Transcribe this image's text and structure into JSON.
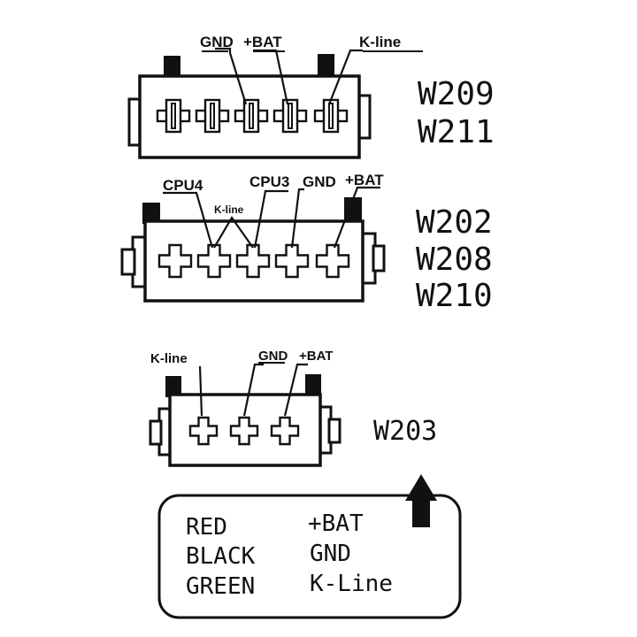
{
  "connectors": [
    {
      "id": "c1",
      "labels": [
        "GND",
        "+BAT",
        "K-line"
      ],
      "models": [
        "W209",
        "W211"
      ]
    },
    {
      "id": "c2",
      "labels": [
        "CPU4",
        "K-line",
        "CPU3",
        "GND",
        "+BAT"
      ],
      "models": [
        "W202",
        "W208",
        "W210"
      ]
    },
    {
      "id": "c3",
      "labels": [
        "K-line",
        "GND",
        "+BAT"
      ],
      "models": [
        "W203"
      ]
    }
  ],
  "legend": {
    "rows": [
      {
        "color": "RED",
        "signal": "+BAT"
      },
      {
        "color": "BLACK",
        "signal": "GND"
      },
      {
        "color": "GREEN",
        "signal": "K-Line"
      }
    ]
  }
}
